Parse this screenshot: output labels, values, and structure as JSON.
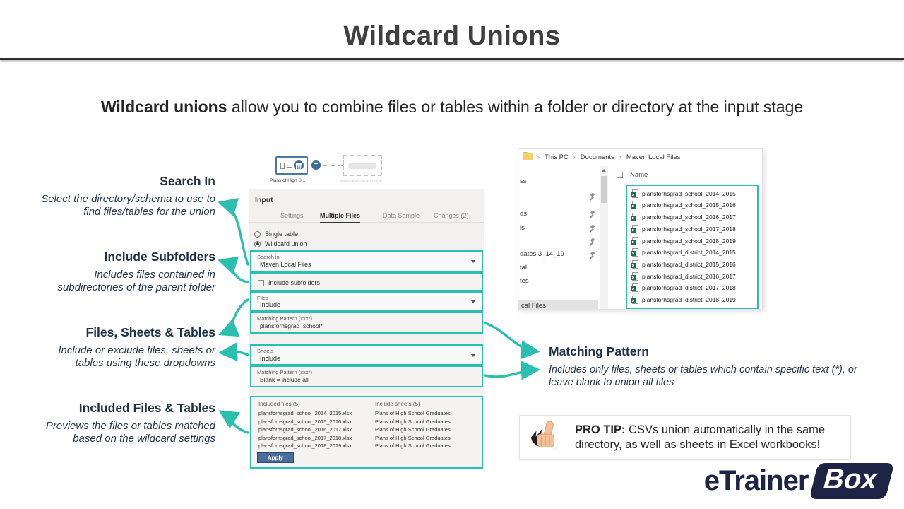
{
  "slide": {
    "title": "Wildcard Unions",
    "subtitle_bold": "Wildcard unions",
    "subtitle_rest": " allow you to combine files or tables within a folder or directory at the input stage"
  },
  "annotations": {
    "left": [
      {
        "heading": "Search In",
        "desc": "Select the directory/schema to use to find files/tables for the union"
      },
      {
        "heading": "Include Subfolders",
        "desc": "Includes files contained in subdirectories of the parent folder"
      },
      {
        "heading": "Files, Sheets & Tables",
        "desc": "Include or exclude files, sheets or tables using these dropdowns"
      },
      {
        "heading": "Included Files & Tables",
        "desc": "Previews the files or tables matched based on the wildcard settings"
      }
    ],
    "right": {
      "heading": "Matching Pattern",
      "desc": "Includes only files, sheets or tables which contain specific text (*), or leave blank to union all files"
    }
  },
  "prep": {
    "flow": {
      "node_label": "Plans of High S...",
      "target_label": "View and clean data",
      "plus": "+"
    },
    "panel_title": "Input",
    "tabs": [
      "Settings",
      "Multiple Files",
      "Data Sample",
      "Changes (2)"
    ],
    "radios": [
      {
        "label": "Single table",
        "selected": false
      },
      {
        "label": "Wildcard union",
        "selected": true
      }
    ],
    "search_in": {
      "label": "Search in",
      "value": "Maven Local Files"
    },
    "include_subfolders": {
      "label": "Include subfolders",
      "checked": false
    },
    "files": {
      "label": "Files",
      "value": "Include"
    },
    "files_pattern": {
      "label": "Matching Pattern (xxx*)",
      "value": "plansforhsgrad_school*"
    },
    "sheets": {
      "label": "Sheets",
      "value": "Include"
    },
    "sheets_pattern": {
      "label": "Matching Pattern (xxx*)",
      "value": "Blank = include all"
    },
    "included_files_header": "Included files (5)",
    "included_files": [
      "plansforhsgrad_school_2014_2015.xlsx",
      "plansforhsgrad_school_2015_2016.xlsx",
      "plansforhsgrad_school_2016_2017.xlsx",
      "plansforhsgrad_school_2017_2018.xlsx",
      "plansforhsgrad_school_2018_2019.xlsx"
    ],
    "include_sheets_header": "Include sheets (5)",
    "include_sheets": [
      "Plans of High School Graduates",
      "Plans of High School Graduates",
      "Plans of High School Graduates",
      "Plans of High School Graduates",
      "Plans of High School Graduates"
    ],
    "apply_label": "Apply"
  },
  "explorer": {
    "sep": "›",
    "breadcrumb": [
      "This PC",
      "Documents",
      "Maven Local Files"
    ],
    "sidebar_items": [
      "ss",
      "ds",
      "ls",
      "dates 3_14_19",
      "tal",
      "tes",
      "cal Files"
    ],
    "name_header": "Name",
    "files": [
      "plansforhsgrad_school_2014_2015",
      "plansforhsgrad_school_2015_2016",
      "plansforhsgrad_school_2016_2017",
      "plansforhsgrad_school_2017_2018",
      "plansforhsgrad_school_2018_2019",
      "plansforhsgrad_district_2014_2015",
      "plansforhsgrad_district_2015_2016",
      "plansforhsgrad_district_2016_2017",
      "plansforhsgrad_district_2017_2018",
      "plansforhsgrad_district_2018_2019"
    ]
  },
  "protip": {
    "label": "PRO TIP:",
    "text": " CSVs union automatically in the same directory, as well as sheets in Excel workbooks!"
  },
  "logo": {
    "part1": "eTrainer",
    "part2": "Box"
  },
  "colors": {
    "accent": "#2bbfb2",
    "heading_navy": "#1e3247",
    "apply_blue": "#4a6d9b",
    "logo_navy": "#1d2445"
  }
}
